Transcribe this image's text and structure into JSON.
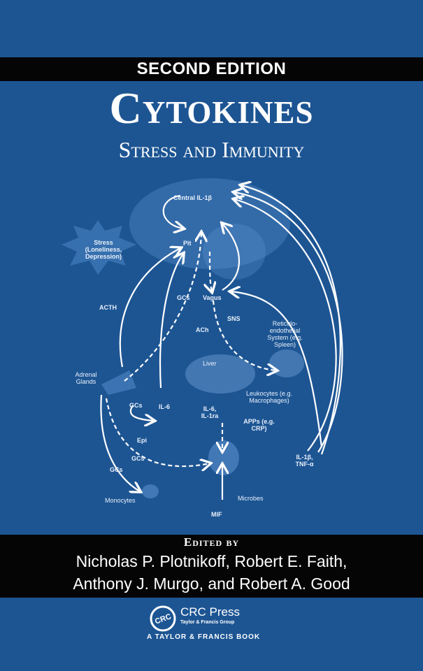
{
  "cover": {
    "edition": "SECOND EDITION",
    "title": "Cytokines",
    "subtitle": "Stress and Immunity",
    "edited_by": "Edited by",
    "authors_line1": "Nicholas P. Plotnikoff, Robert E. Faith,",
    "authors_line2": "Anthony J. Murgo, and Robert A. Good"
  },
  "diagram": {
    "labels": {
      "central_il1b": "Central IL-1β",
      "stress": "Stress (Loneliness, Depression)",
      "pit": "Pit",
      "acth": "ACTH",
      "gcs_top": "GCs",
      "vagus": "Vagus",
      "sns": "SNS",
      "ach": "ACh",
      "res": "Reticulo-endothelial System (e.g. Spleen)",
      "adrenal": "Adrenal Glands",
      "liver": "Liver",
      "leukocytes": "Leukocytes (e.g. Macrophages)",
      "gcs_mid": "GCs",
      "il6": "IL-6",
      "il6_il1ra": "IL-6, IL-1ra",
      "apps": "APPs (e.g. CRP)",
      "epi": "Epi",
      "gcs_low": "GCs",
      "gcs_left": "GCs",
      "il1b_tnf": "IL-1β, TNF-α",
      "microbes": "Microbes",
      "monocytes": "Monocytes",
      "mif": "MIF"
    }
  },
  "publisher": {
    "logo_text": "CRC",
    "name": "CRC Press",
    "group": "Taylor & Francis Group",
    "tagline": "A TAYLOR & FRANCIS BOOK"
  },
  "colors": {
    "background": "#1d5593",
    "band": "#050505"
  }
}
